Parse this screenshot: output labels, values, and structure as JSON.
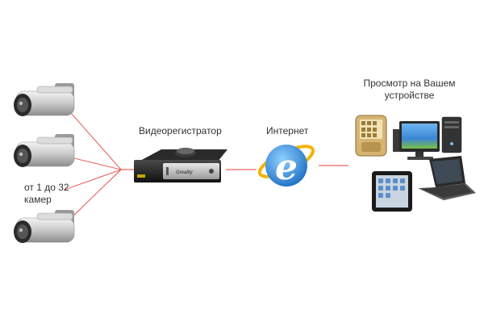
{
  "labels": {
    "cameras_line1": "от 1 до 32",
    "cameras_line2": "камер",
    "dvr": "Видеорегистратор",
    "internet": "Интернет",
    "view_line1": "Просмотр на Вашем",
    "view_line2": "устройстве"
  },
  "dvr_brand": "Greality",
  "colors": {
    "connection": "#e8403b",
    "ie_blue": "#1e88d8",
    "ie_ring": "#f2b300"
  },
  "icons": [
    "camera-icon",
    "dvr-icon",
    "internet-explorer-icon",
    "smartphone-icon",
    "desktop-computer-icon",
    "tablet-icon",
    "laptop-icon"
  ]
}
